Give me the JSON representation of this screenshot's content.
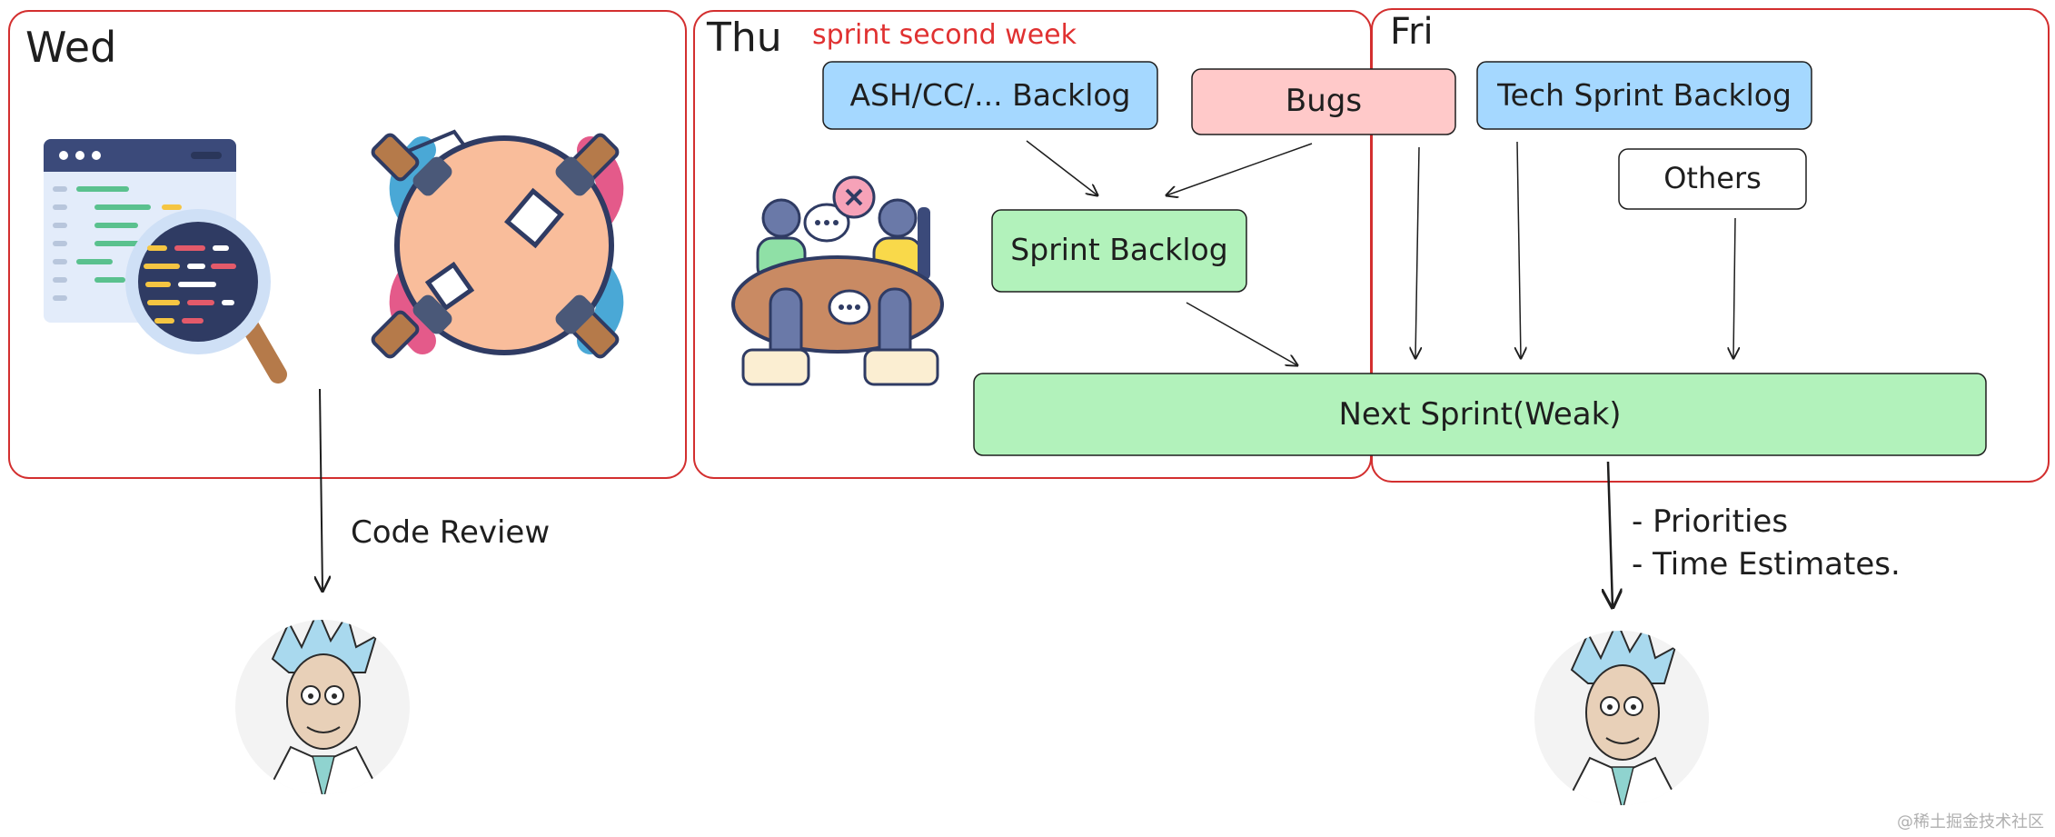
{
  "panels": {
    "wed": {
      "label": "Wed"
    },
    "thu": {
      "label": "Thu",
      "note": "sprint second week"
    },
    "fri": {
      "label": "Fri"
    }
  },
  "boxes": {
    "ash_backlog": "ASH/CC/... Backlog",
    "bugs": "Bugs",
    "tech_backlog": "Tech Sprint Backlog",
    "others": "Others",
    "sprint_backlog": "Sprint Backlog",
    "next_sprint": "Next Sprint(Weak)"
  },
  "annotations": {
    "code_review": "Code Review",
    "priorities": "- Priorities",
    "time_estimates": "- Time Estimates."
  },
  "watermark": "@稀土掘金技术社区",
  "colors": {
    "frame": "#d32f2f",
    "note": "#e03131",
    "blue_fill": "#a5d8ff",
    "pink_fill": "#ffc9c9",
    "green_fill": "#b2f2bb",
    "stroke": "#1e1e1e"
  }
}
